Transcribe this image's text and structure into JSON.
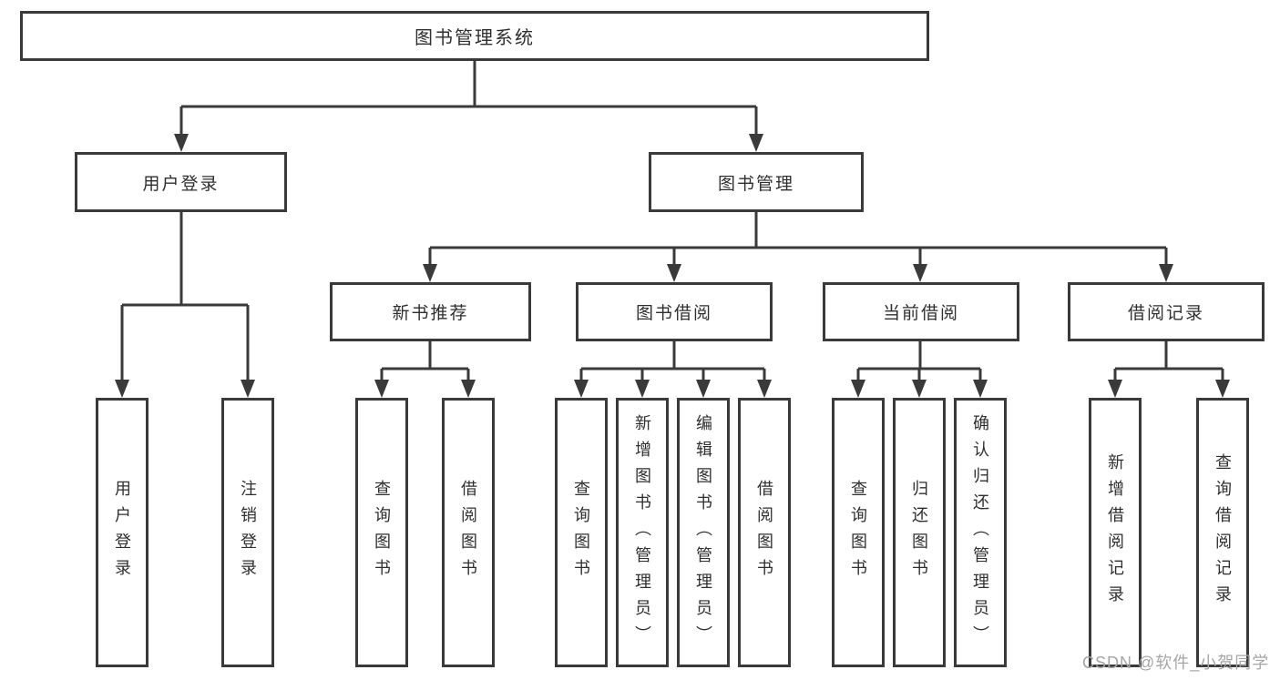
{
  "colors": {
    "line": "#3a3a3a",
    "text": "#2f2f2f",
    "watermark": "#a6a6a6",
    "bg": "#ffffff"
  },
  "watermark": {
    "text": "CSDN @软件_小贺同学"
  },
  "tree": {
    "root": {
      "label": "图书管理系统",
      "children": [
        {
          "label": "用户登录",
          "children": [
            {
              "label": "用户登录"
            },
            {
              "label": "注销登录"
            }
          ]
        },
        {
          "label": "图书管理",
          "children": [
            {
              "label": "新书推荐",
              "children": [
                {
                  "label": "查询图书"
                },
                {
                  "label": "借阅图书"
                }
              ]
            },
            {
              "label": "图书借阅",
              "children": [
                {
                  "label": "查询图书"
                },
                {
                  "label": "新增图书（管理员）"
                },
                {
                  "label": "编辑图书（管理员）"
                },
                {
                  "label": "借阅图书"
                }
              ]
            },
            {
              "label": "当前借阅",
              "children": [
                {
                  "label": "查询图书"
                },
                {
                  "label": "归还图书"
                },
                {
                  "label": "确认归还（管理员）"
                }
              ]
            },
            {
              "label": "借阅记录",
              "children": [
                {
                  "label": "新增借阅记录"
                },
                {
                  "label": "查询借阅记录"
                }
              ]
            }
          ]
        }
      ]
    }
  }
}
